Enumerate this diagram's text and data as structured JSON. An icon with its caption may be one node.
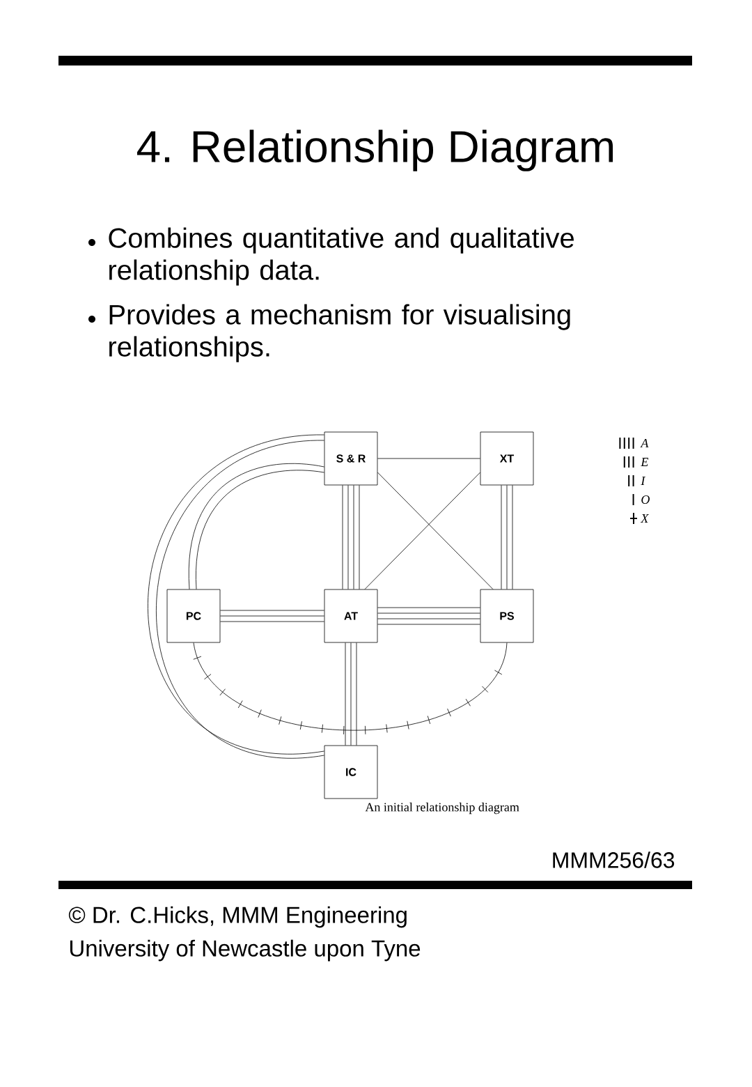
{
  "diagram": {
    "title": "4. Relationship Diagram",
    "caption": "An initial relationship diagram",
    "nodes": [
      {
        "text": [
          "S & R"
        ]
      },
      {
        "text": [
          "XT"
        ]
      },
      {
        "text": [
          "PC"
        ]
      },
      {
        "text": [
          "AT"
        ]
      },
      {
        "text": [
          "PS"
        ]
      },
      {
        "text": [
          "IC"
        ]
      }
    ],
    "edges": [
      {
        "from": 0,
        "to": 1,
        "arrow": "none"
      },
      {
        "from": 0,
        "to": 3,
        "arrow": "none"
      },
      {
        "from": 1,
        "to": 4,
        "arrow": "none"
      },
      {
        "from": 0,
        "to": 4,
        "arrow": "none"
      },
      {
        "from": 1,
        "to": 3,
        "arrow": "none"
      },
      {
        "from": 2,
        "to": 3,
        "arrow": "none"
      },
      {
        "from": 3,
        "to": 4,
        "arrow": "none"
      },
      {
        "from": 3,
        "to": 5,
        "arrow": "none"
      },
      {
        "from": 2,
        "to": 0,
        "arrow": "none"
      },
      {
        "from": 5,
        "to": 0,
        "arrow": "none"
      },
      {
        "from": 2,
        "to": 4,
        "arrow": "none"
      }
    ],
    "labels": [
      "Combines quantitative and qualitative relationship data.",
      "Provides a mechanism for visualising relationships.",
      "MMM256/63",
      "© Dr. C.Hicks, MMM Engineering",
      "University of Newcastle upon Tyne"
    ],
    "legend": [
      {
        "text": "A"
      },
      {
        "text": "E"
      },
      {
        "text": "I"
      },
      {
        "text": "O"
      },
      {
        "text": "X"
      }
    ]
  }
}
